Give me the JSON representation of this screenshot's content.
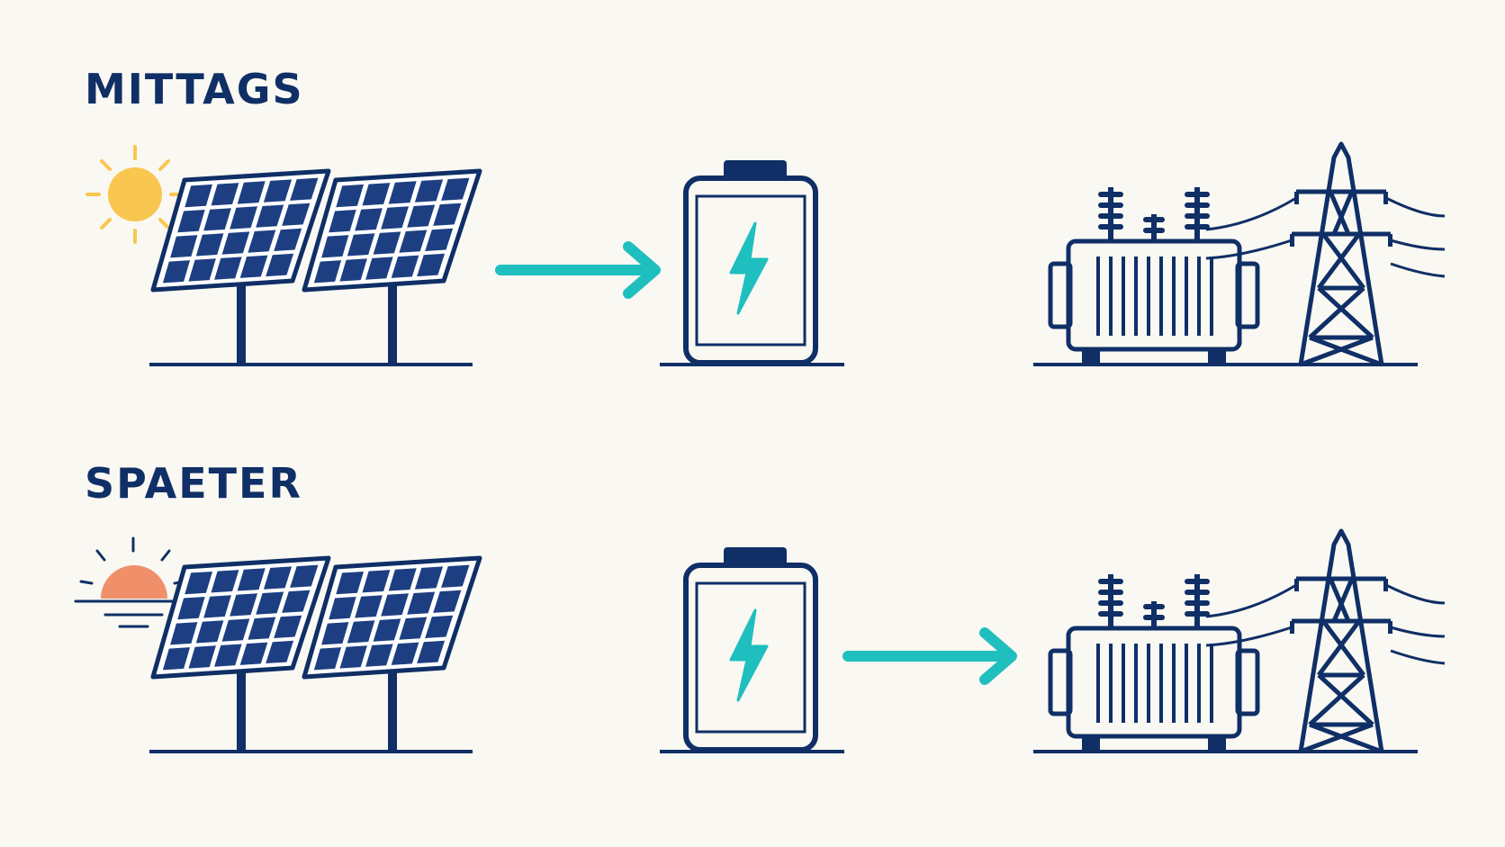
{
  "rows": [
    {
      "label": "MITTAGS",
      "sun_state": "midday-sun-icon",
      "flow": "solar-to-battery"
    },
    {
      "label": "SPAETER",
      "sun_state": "sunset-icon",
      "flow": "battery-to-grid"
    }
  ],
  "colors": {
    "navy": "#0f2f66",
    "panel_cell": "#1d3f82",
    "teal": "#1fbfbf",
    "sun": "#f9c74f",
    "sunset": "#f0906a",
    "background": "#faf8f2"
  }
}
